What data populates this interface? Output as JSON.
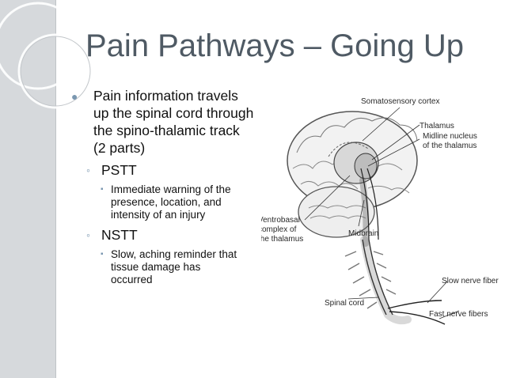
{
  "title": "Pain Pathways – Going Up",
  "bullets": {
    "main": [
      "Pain information travels",
      "up the spinal cord through",
      "the spino-thalamic track",
      "(2 parts)"
    ],
    "pstt": {
      "label": "PSTT",
      "detail": [
        "Immediate warning of the",
        "presence, location, and",
        "intensity of an injury"
      ]
    },
    "nstt": {
      "label": "NSTT",
      "detail": [
        "Slow, aching reminder that",
        "tissue damage has",
        "occurred"
      ]
    }
  },
  "figure": {
    "labels": {
      "somatosensory": "Somatosensory cortex",
      "thalamus": "Thalamus",
      "midline1": "Midline nucleus",
      "midline2": "of the thalamus",
      "ventro1": "Ventrobasal",
      "ventro2": "complex of",
      "ventro3": "the thalamus",
      "midbrain": "Midbrain",
      "slow": "Slow nerve fibers",
      "spinal": "Spinal cord",
      "fast": "Fast nerve fibers"
    }
  },
  "colors": {
    "title": "#4f5a64",
    "bullet_marker": "#7a97b0",
    "band": "#d6d9dc"
  }
}
